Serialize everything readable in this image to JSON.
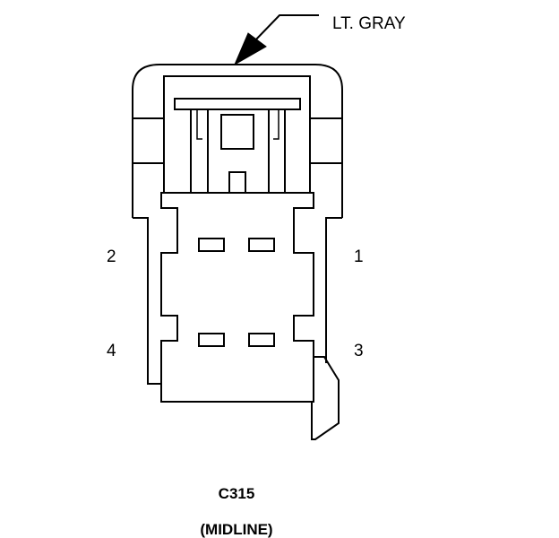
{
  "wire_color_label": "LT. GRAY",
  "connector": {
    "id": "C315",
    "location": "(MIDLINE)"
  },
  "pins": [
    {
      "number": "1"
    },
    {
      "number": "2"
    },
    {
      "number": "3"
    },
    {
      "number": "4"
    }
  ],
  "colors": {
    "line": "#000000",
    "background": "#ffffff"
  }
}
